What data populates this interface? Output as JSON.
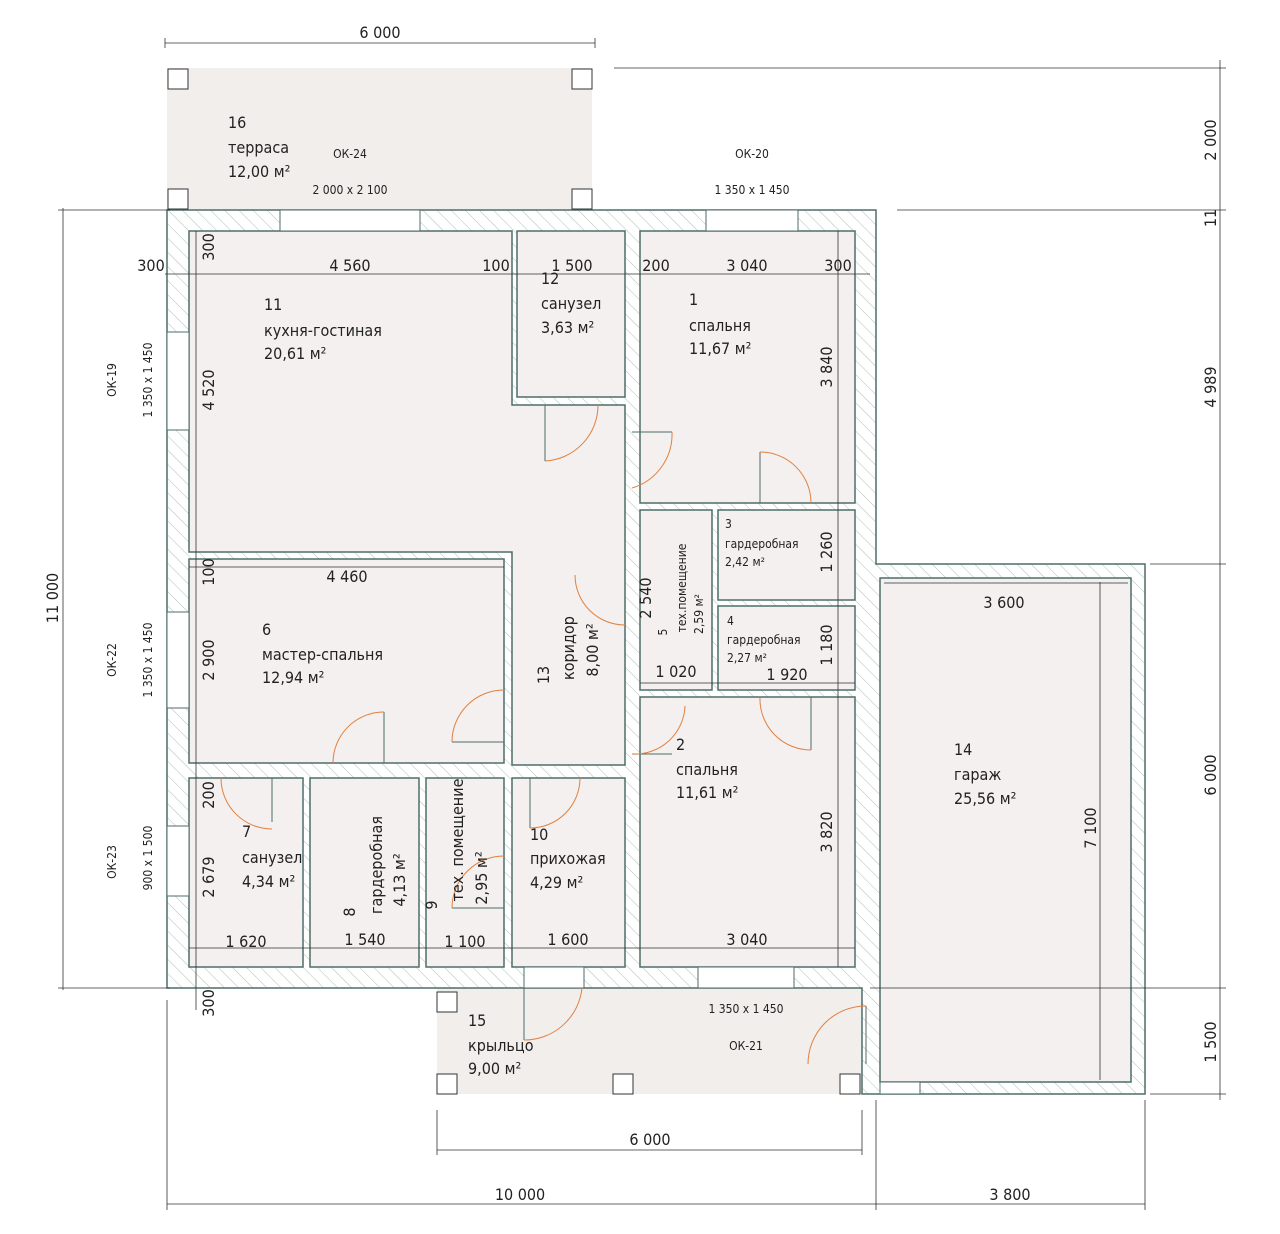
{
  "rooms": {
    "terrace": {
      "num": "16",
      "name": "терраса",
      "area": "12,00 м²"
    },
    "kitchen": {
      "num": "11",
      "name": "кухня-гостиная",
      "area": "20,61 м²"
    },
    "bath12": {
      "num": "12",
      "name": "санузел",
      "area": "3,63 м²"
    },
    "bed1": {
      "num": "1",
      "name": "спальня",
      "area": "11,67 м²"
    },
    "ward3": {
      "num": "3",
      "name": "гардеробная",
      "area": "2,42 м²"
    },
    "ward4": {
      "num": "4",
      "name": "гардеробная",
      "area": "2,27 м²"
    },
    "tech5": {
      "num": "5",
      "name": "тех.помещение",
      "area": "2,59 м²"
    },
    "master": {
      "num": "6",
      "name": "мастер-спальня",
      "area": "12,94 м²"
    },
    "corridor": {
      "num": "13",
      "name": "коридор",
      "area": "8,00 м²"
    },
    "bed2": {
      "num": "2",
      "name": "спальня",
      "area": "11,61 м²"
    },
    "bath7": {
      "num": "7",
      "name": "санузел",
      "area": "4,34 м²"
    },
    "ward8": {
      "num": "8",
      "name": "гардеробная",
      "area": "4,13 м²"
    },
    "tech9": {
      "num": "9",
      "name": "тех. помещение",
      "area": "2,95 м²"
    },
    "hall": {
      "num": "10",
      "name": "прихожая",
      "area": "4,29 м²"
    },
    "garage": {
      "num": "14",
      "name": "гараж",
      "area": "25,56 м²"
    },
    "porch": {
      "num": "15",
      "name": "крыльцо",
      "area": "9,00 м²"
    }
  },
  "windows": [
    {
      "mark": "ОК-24",
      "size": "2 000 x 2 100"
    },
    {
      "mark": "ОК-20",
      "size": "1 350 x 1 450"
    },
    {
      "mark": "ОК-19",
      "size": "1 350 x 1 450"
    },
    {
      "mark": "ОК-22",
      "size": "1 350 x 1 450"
    },
    {
      "mark": "ОК-23",
      "size": "900 x 1 500"
    },
    {
      "mark": "ОК-21",
      "size": "1 350 x 1 450"
    }
  ],
  "dims": [
    "6 000",
    "2 000",
    "11",
    "4 989",
    "6 000",
    "1 500",
    "11 000",
    "300",
    "4 560",
    "100",
    "1 500",
    "200",
    "3 040",
    "300",
    "300",
    "4 520",
    "3 840",
    "100",
    "4 460",
    "2 900",
    "2 540",
    "1 020",
    "1 920",
    "1 260",
    "1 180",
    "3 600",
    "7 100",
    "3 820",
    "200",
    "2 679",
    "1 620",
    "1 540",
    "1 100",
    "1 600",
    "3 040",
    "300",
    "6 000",
    "10 000",
    "3 800"
  ],
  "colors": {
    "wall": "#4f6e6a",
    "hatch": "#a9c2b4",
    "room": "#f3f0ef",
    "door": "#e08040"
  }
}
